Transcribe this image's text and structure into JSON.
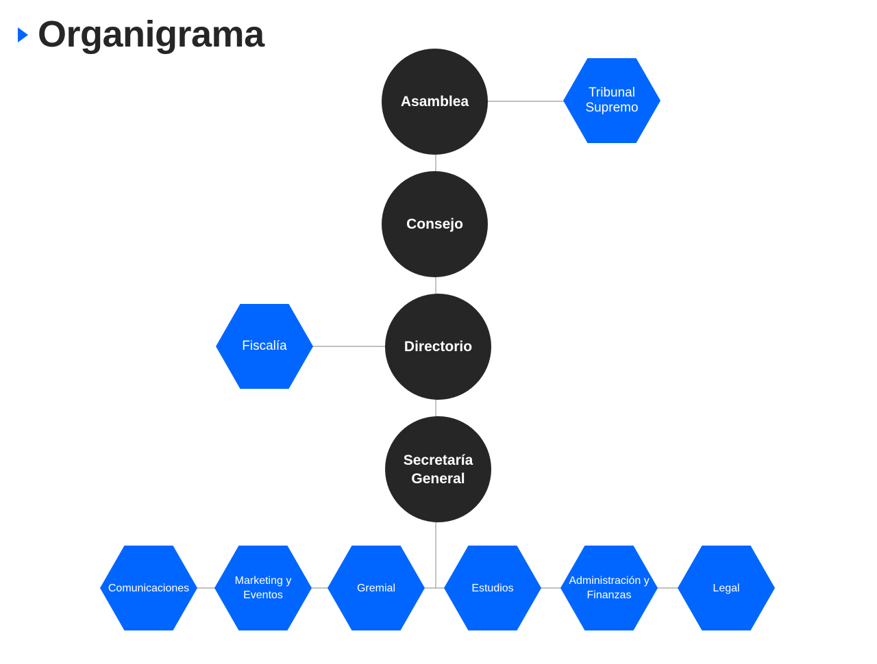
{
  "title": "Organigrama",
  "colors": {
    "primary_blue": "#0066ff",
    "dark": "#262626",
    "line": "#9a9a9a"
  },
  "nodes": {
    "asamblea": "Asamblea",
    "consejo": "Consejo",
    "directorio": "Directorio",
    "secretaria": "Secretaría General",
    "tribunal": "Tribunal Supremo",
    "fiscalia": "Fiscalía",
    "comunicaciones": "Comunicaciones",
    "marketing": "Marketing y Eventos",
    "gremial": "Gremial",
    "estudios": "Estudios",
    "administracion": "Administración y Finanzas",
    "legal": "Legal"
  }
}
